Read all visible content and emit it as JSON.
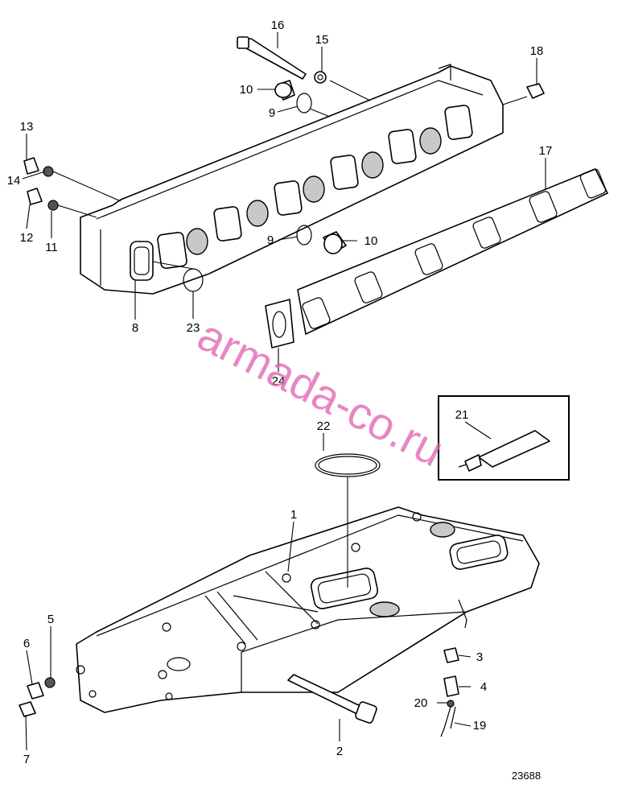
{
  "watermark": "armada-co.ru",
  "drawing_number": "23688",
  "callouts": [
    "1",
    "2",
    "3",
    "4",
    "5",
    "6",
    "7",
    "8",
    "9",
    "9",
    "10",
    "10",
    "11",
    "12",
    "13",
    "14",
    "15",
    "16",
    "17",
    "18",
    "19",
    "20",
    "21",
    "22",
    "23",
    "24"
  ],
  "colors": {
    "line": "#000000",
    "watermark": "#e060b0",
    "shade": "#c8c8c8"
  }
}
